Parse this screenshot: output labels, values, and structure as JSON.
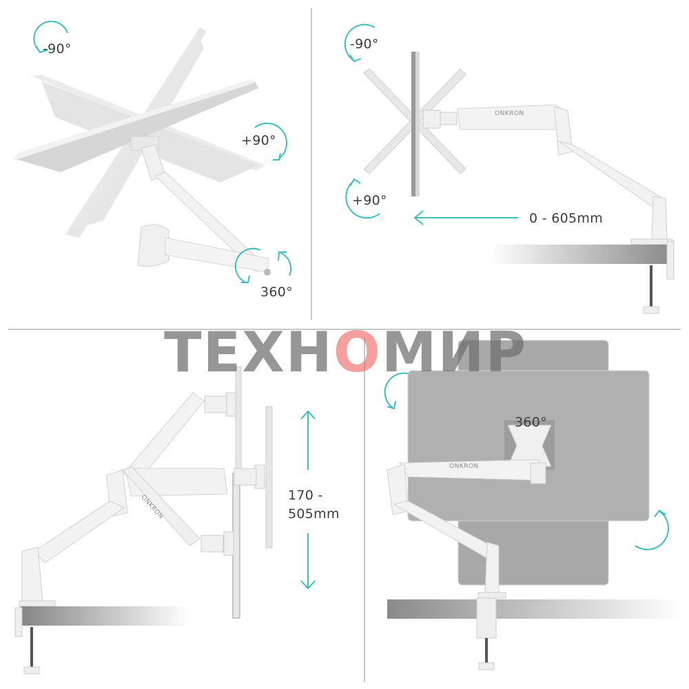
{
  "watermark": {
    "text_before": "ТЕХН",
    "power_o": "О",
    "text_after": "МИР",
    "gray_color": "#6e6e6e",
    "accent_color": "#f06464"
  },
  "accent_color": "#3cbfbf",
  "panels": [
    {
      "id": "tilt-swivel",
      "labels": {
        "tilt_minus": "-90°",
        "tilt_plus": "+90°",
        "swivel": "360°"
      }
    },
    {
      "id": "extension",
      "labels": {
        "tilt_minus": "-90°",
        "tilt_plus": "+90°",
        "reach": "0 - 605mm"
      },
      "brand": "ONKRON"
    },
    {
      "id": "height",
      "labels": {
        "height_line1": "170 -",
        "height_line2": "505mm"
      },
      "brand": "ONKRON"
    },
    {
      "id": "rotation",
      "labels": {
        "rotation": "360°"
      },
      "brand": "ONKRON"
    }
  ]
}
